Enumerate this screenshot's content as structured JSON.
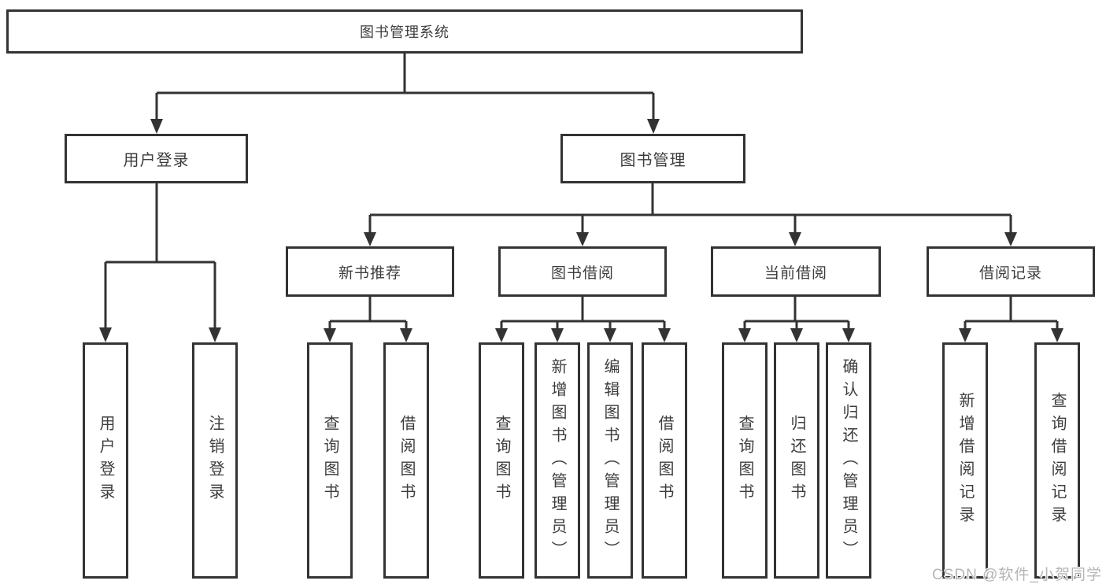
{
  "tree": {
    "root": {
      "label": "图书管理系统"
    },
    "level2": [
      {
        "label": "用户登录"
      },
      {
        "label": "图书管理"
      }
    ],
    "level3": [
      {
        "label": "新书推荐"
      },
      {
        "label": "图书借阅"
      },
      {
        "label": "当前借阅"
      },
      {
        "label": "借阅记录"
      }
    ],
    "leaves": {
      "user_login": [
        "用户登录",
        "注销登录"
      ],
      "new_book": [
        "查询图书",
        "借阅图书"
      ],
      "book_borrow": [
        "查询图书",
        "新增图书（管理员）",
        "编辑图书（管理员）",
        "借阅图书"
      ],
      "current_borrow": [
        "查询图书",
        "归还图书",
        "确认归还（管理员）"
      ],
      "borrow_record": [
        "新增借阅记录",
        "查询借阅记录"
      ]
    }
  },
  "watermark": {
    "text": "CSDN @软件_小贺同学"
  },
  "colors": {
    "line": "#333333",
    "text": "#3d3d3d",
    "background": "#ffffff",
    "watermark": "#b5b5b5"
  }
}
